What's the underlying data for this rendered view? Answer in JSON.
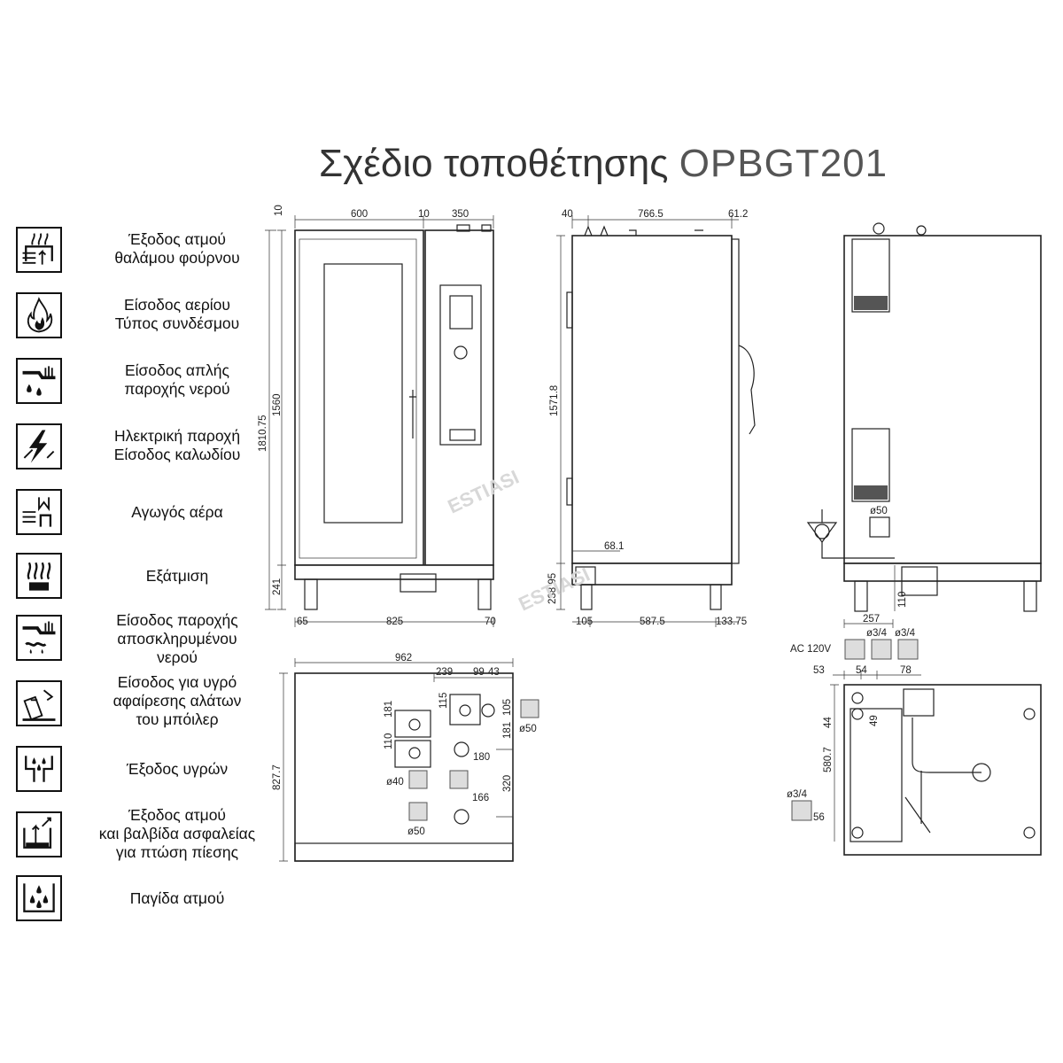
{
  "title": {
    "main": "Σχέδιο τοποθέτησης",
    "model": "OPBGT201"
  },
  "legend": [
    {
      "icon": "chamber-steam-outlet-icon",
      "text": "Έξοδος ατμού\nθαλάμου φούρνου"
    },
    {
      "icon": "gas-inlet-icon",
      "text": "Είσοδος αερίου\nΤύπος συνδέσμου"
    },
    {
      "icon": "water-inlet-icon",
      "text": "Είσοδος απλής\nπαροχής νερού"
    },
    {
      "icon": "electric-supply-icon",
      "text": "Ηλεκτρική παροχή\nΕίσοδος καλωδίου"
    },
    {
      "icon": "air-duct-icon",
      "text": "Αγωγός αέρα"
    },
    {
      "icon": "exhaust-icon",
      "text": "Εξάτμιση"
    },
    {
      "icon": "softened-water-inlet-icon",
      "text": "Είσοδος παροχής\nαποσκληρυμένου\nνερού"
    },
    {
      "icon": "descaling-liquid-inlet-icon",
      "text": "Είσοδος για υγρό\nαφαίρεσης αλάτων\nτου μπόιλερ"
    },
    {
      "icon": "liquid-drain-icon",
      "text": "Έξοδος υγρών"
    },
    {
      "icon": "safety-valve-icon",
      "text": "Έξοδος ατμού\nκαι βαλβίδα ασφαλείας\nγια πτώση πίεσης"
    },
    {
      "icon": "steam-trap-icon",
      "text": "Παγίδα ατμού"
    }
  ],
  "front_view": {
    "top_dims": [
      "600",
      "10",
      "350"
    ],
    "left_dim_top": "10",
    "height_total": "1810.75",
    "height_body": "1560",
    "height_legs": "241",
    "bottom_dims": [
      "65",
      "825",
      "70"
    ]
  },
  "side_view": {
    "top_dims": [
      "40",
      "766.5",
      "61.2"
    ],
    "height_body": "1571.8",
    "leg_offset": "68.1",
    "leg_height": "238.95",
    "bottom_dims": [
      "105",
      "587.5",
      "133.75"
    ]
  },
  "rear_view": {
    "pipe_diameter": "ø50",
    "dim_110": "110",
    "dim_257": "257"
  },
  "top_view": {
    "width": "962",
    "depth": "827.7",
    "dims": [
      "239",
      "99",
      "43",
      "181",
      "115",
      "105",
      "110",
      "181",
      "180",
      "320",
      "166"
    ],
    "diameters": [
      "ø50",
      "ø40",
      "ø50"
    ]
  },
  "bottom_view": {
    "voltage": "AC 120V",
    "fittings": [
      "ø3/4",
      "ø3/4",
      "ø3/4"
    ],
    "dims": [
      "53",
      "54",
      "78",
      "44",
      "49",
      "580.7",
      "56"
    ]
  },
  "watermark": "ESTIASI"
}
